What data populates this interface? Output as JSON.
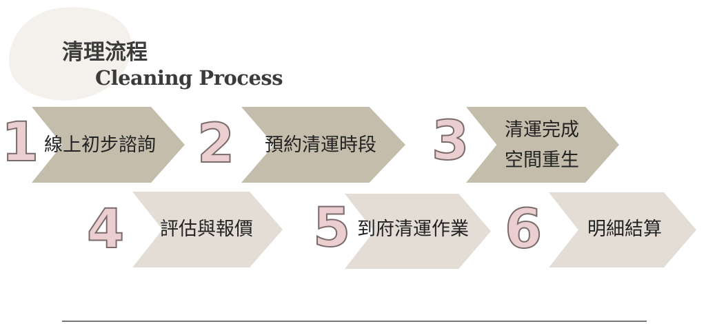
{
  "title": {
    "zh": "清理流程",
    "en": "Cleaning Process"
  },
  "steps": [
    {
      "number": "1",
      "label": "線上初步諮詢"
    },
    {
      "number": "2",
      "label": "預約清運時段"
    },
    {
      "number": "3",
      "label_line1": "清運完成",
      "label_line2": "空間重生"
    },
    {
      "number": "4",
      "label": "評估與報價"
    },
    {
      "number": "5",
      "label": "到府清運作業"
    },
    {
      "number": "6",
      "label": "明細結算"
    }
  ],
  "colors": {
    "row1": "#c5bdac",
    "row2": "#e3ddd6",
    "number_fill": "#ebcfd0"
  }
}
